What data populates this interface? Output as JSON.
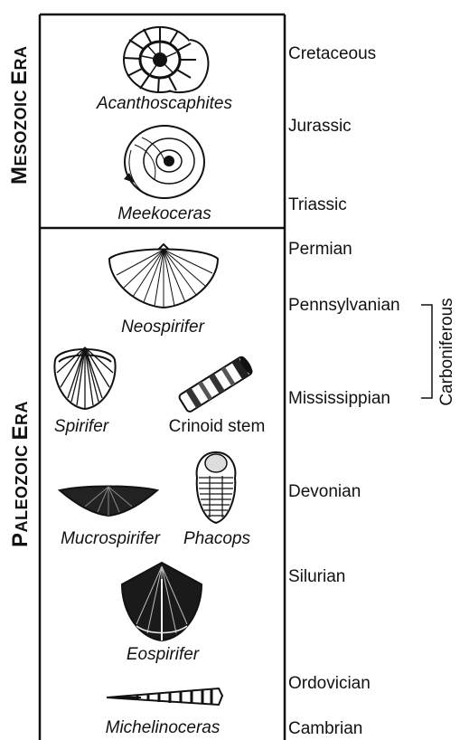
{
  "eras": [
    {
      "name_initial": "M",
      "name_rest": "ESOZOIC",
      "era_initial": "E",
      "era_rest": "RA"
    },
    {
      "name_initial": "P",
      "name_rest": "ALEOZOIC",
      "era_initial": "E",
      "era_rest": "RA"
    }
  ],
  "periods": [
    "Cretaceous",
    "Jurassic",
    "Triassic",
    "Permian",
    "Pennsylvanian",
    "Mississippian",
    "Devonian",
    "Silurian",
    "Ordovician",
    "Cambrian"
  ],
  "subperiod_group": "Carboniferous",
  "fossils": [
    {
      "name": "Acanthoscaphites",
      "icon": "ammonite-icon"
    },
    {
      "name": "Meekoceras",
      "icon": "ammonite-icon"
    },
    {
      "name": "Neospirifer",
      "icon": "brachiopod-icon"
    },
    {
      "name": "Spirifer",
      "icon": "brachiopod-icon"
    },
    {
      "name": "Crinoid stem",
      "icon": "crinoid-stem-icon"
    },
    {
      "name": "Mucrospirifer",
      "icon": "brachiopod-icon"
    },
    {
      "name": "Phacops",
      "icon": "trilobite-icon"
    },
    {
      "name": "Eospirifer",
      "icon": "brachiopod-icon"
    },
    {
      "name": "Michelinoceras",
      "icon": "nautiloid-icon"
    }
  ]
}
